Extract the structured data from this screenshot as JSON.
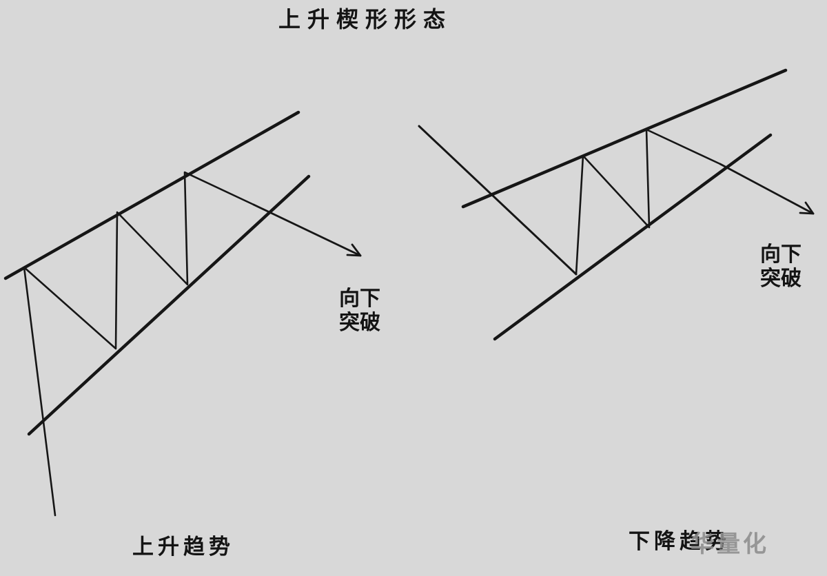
{
  "page": {
    "title": "上升楔形形态",
    "background_color": "#d8d8d8",
    "ink_color": "#161616",
    "watermark_color": "#8f8f8f"
  },
  "left_diagram": {
    "description": "rising wedge after uptrend with downward breakout arrow",
    "breakout_label": "向下\n突破",
    "trend_label": "上升趋势"
  },
  "right_diagram": {
    "description": "rising wedge after downtrend with downward breakout arrow",
    "breakout_label": "向下\n突破",
    "trend_label": "下降趋势",
    "watermark": "华量化"
  }
}
